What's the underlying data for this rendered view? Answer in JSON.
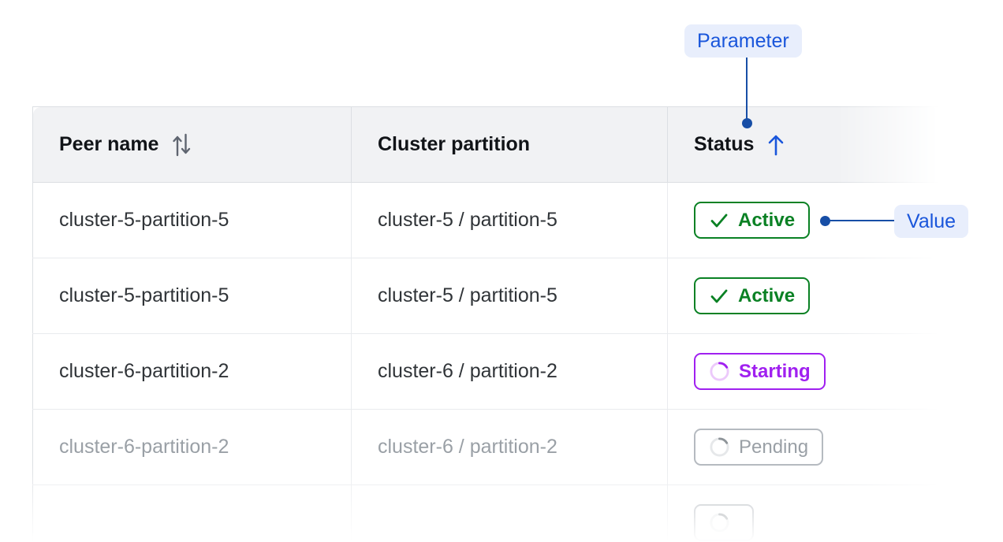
{
  "table": {
    "columns": [
      {
        "label": "Peer name",
        "sort_icon": "sort-both-arrows-icon",
        "sort_state": "none"
      },
      {
        "label": "Cluster partition",
        "sort_icon": "",
        "sort_state": "none"
      },
      {
        "label": "Status",
        "sort_icon": "sort-arrow-up-icon",
        "sort_state": "ascending"
      }
    ],
    "rows": [
      {
        "peer_name": "cluster-5-partition-5",
        "cluster_partition": "cluster-5 / partition-5",
        "status": "Active",
        "status_kind": "active",
        "status_icon": "check-icon",
        "muted": false
      },
      {
        "peer_name": "cluster-5-partition-5",
        "cluster_partition": "cluster-5 / partition-5",
        "status": "Active",
        "status_kind": "active",
        "status_icon": "check-icon",
        "muted": false
      },
      {
        "peer_name": "cluster-6-partition-2",
        "cluster_partition": "cluster-6 / partition-2",
        "status": "Starting",
        "status_kind": "starting",
        "status_icon": "spinner-icon",
        "muted": false
      },
      {
        "peer_name": "cluster-6-partition-2",
        "cluster_partition": "cluster-6 / partition-2",
        "status": "Pending",
        "status_kind": "pending",
        "status_icon": "spinner-icon",
        "muted": true
      },
      {
        "peer_name": "",
        "cluster_partition": "",
        "status": "",
        "status_kind": "pending",
        "status_icon": "spinner-icon",
        "muted": true
      }
    ]
  },
  "annotations": {
    "parameter_label": "Parameter",
    "value_label": "Value"
  },
  "colors": {
    "accent_blue": "#174ea6",
    "badge_text_blue": "#1a56db",
    "badge_bg_blue": "#e8eefc",
    "status_active_green": "#0a8124",
    "status_starting_purple": "#a020f0",
    "status_pending_gray": "#9aa0a6",
    "header_bg": "#f1f2f4",
    "border": "#dcdfe3"
  }
}
